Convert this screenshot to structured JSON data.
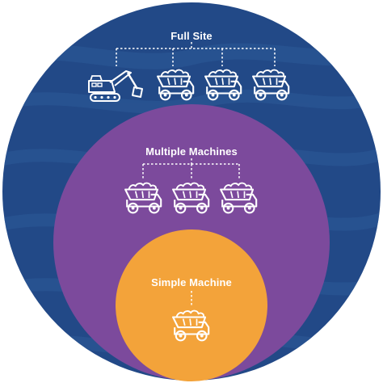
{
  "colors": {
    "outer": "#224987",
    "outer_wave": "#2d5a98",
    "middle": "#7c4a9c",
    "inner": "#f3a33a",
    "line": "#ffffff"
  },
  "tiers": [
    {
      "label": "Full Site",
      "icons": [
        "excavator-icon",
        "dump-truck-icon",
        "dump-truck-icon",
        "dump-truck-icon"
      ]
    },
    {
      "label": "Multiple Machines",
      "icons": [
        "dump-truck-icon",
        "dump-truck-icon",
        "dump-truck-icon"
      ]
    },
    {
      "label": "Simple Machine",
      "icons": [
        "dump-truck-icon"
      ]
    }
  ]
}
